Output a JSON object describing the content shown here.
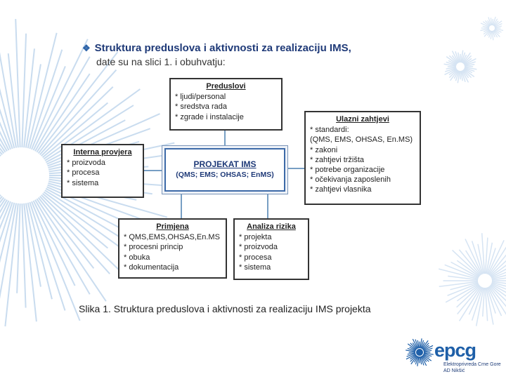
{
  "heading": {
    "bullet_icon": "diamond-bullet-icon",
    "line1": "Struktura preduslova i aktivnosti za realizaciju IMS,",
    "line2": "date su na slici 1. i obuhvatju:"
  },
  "diagram": {
    "center": {
      "title": "PROJEKAT IMS",
      "subtitle": "(QMS; EMS; OHSAS; EnMS)"
    },
    "preduslovi": {
      "title": "Preduslovi",
      "items": [
        "* ljudi/personal",
        "* sredstva rada",
        "* zgrade i instalacije"
      ]
    },
    "ulazni_zahtjevi": {
      "title": "Ulazni zahtjevi",
      "items": [
        "* standardi:",
        "(QMS, EMS, OHSAS, En.MS)",
        "* zakoni",
        "* zahtjevi tržišta",
        "* potrebe organizacije",
        "* očekivanja zaposlenih",
        "* zahtjevi vlasnika"
      ]
    },
    "interna_provjera": {
      "title": "Interna provjera",
      "items": [
        "* proizvoda",
        "* procesa",
        "* sistema"
      ]
    },
    "primjena": {
      "title": "Primjena",
      "items": [
        "* QMS,EMS,OHSAS,En.MS",
        "* procesni princip",
        "* obuka",
        "* dokumentacija"
      ]
    },
    "analiza_rizika": {
      "title": "Analiza rizika",
      "items": [
        "* projekta",
        "* proizvoda",
        "* procesa",
        "* sistema"
      ]
    }
  },
  "caption": "Slika 1. Struktura preduslova i aktivnosti za realizaciju IMS projekta",
  "logo": {
    "name": "epcg",
    "line1": "Elektroprivreda Crne Gore",
    "line2": "AD Nikšić",
    "color": "#1e5fa8"
  },
  "colors": {
    "heading": "#1f3a78",
    "connector": "#4a7fb0",
    "center_border": "#3d6aa8",
    "starburst": "#c9dcef"
  }
}
